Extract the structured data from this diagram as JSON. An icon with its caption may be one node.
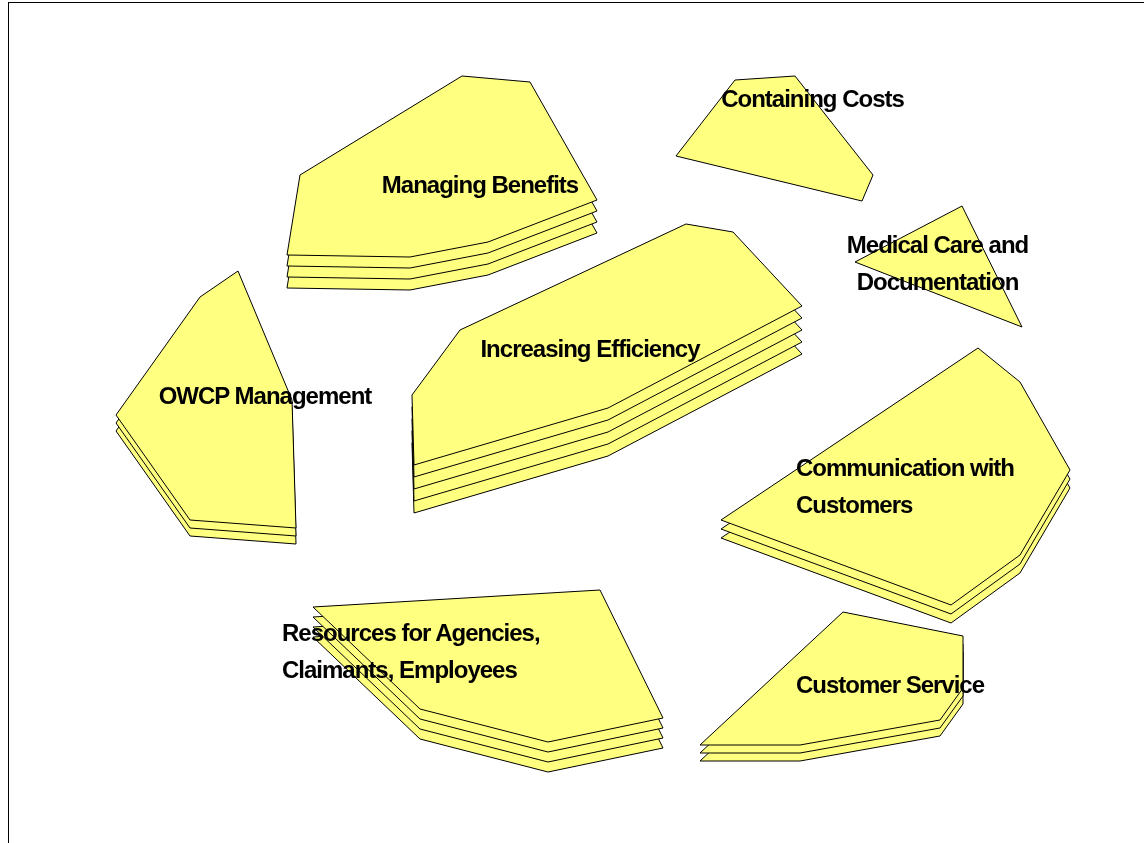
{
  "diagram": {
    "nodes": [
      {
        "text": [
          "Managing Benefits"
        ]
      },
      {
        "text": [
          "Containing Costs"
        ]
      },
      {
        "text": [
          "Medical Care and Documentation"
        ]
      },
      {
        "text": [
          "OWCP Management"
        ]
      },
      {
        "text": [
          "Increasing Efficiency"
        ]
      },
      {
        "text": [
          "Communication with Customers"
        ]
      },
      {
        "text": [
          "Resources for Agencies, Claimants, Employees"
        ]
      },
      {
        "text": [
          "Customer Service"
        ]
      }
    ]
  }
}
